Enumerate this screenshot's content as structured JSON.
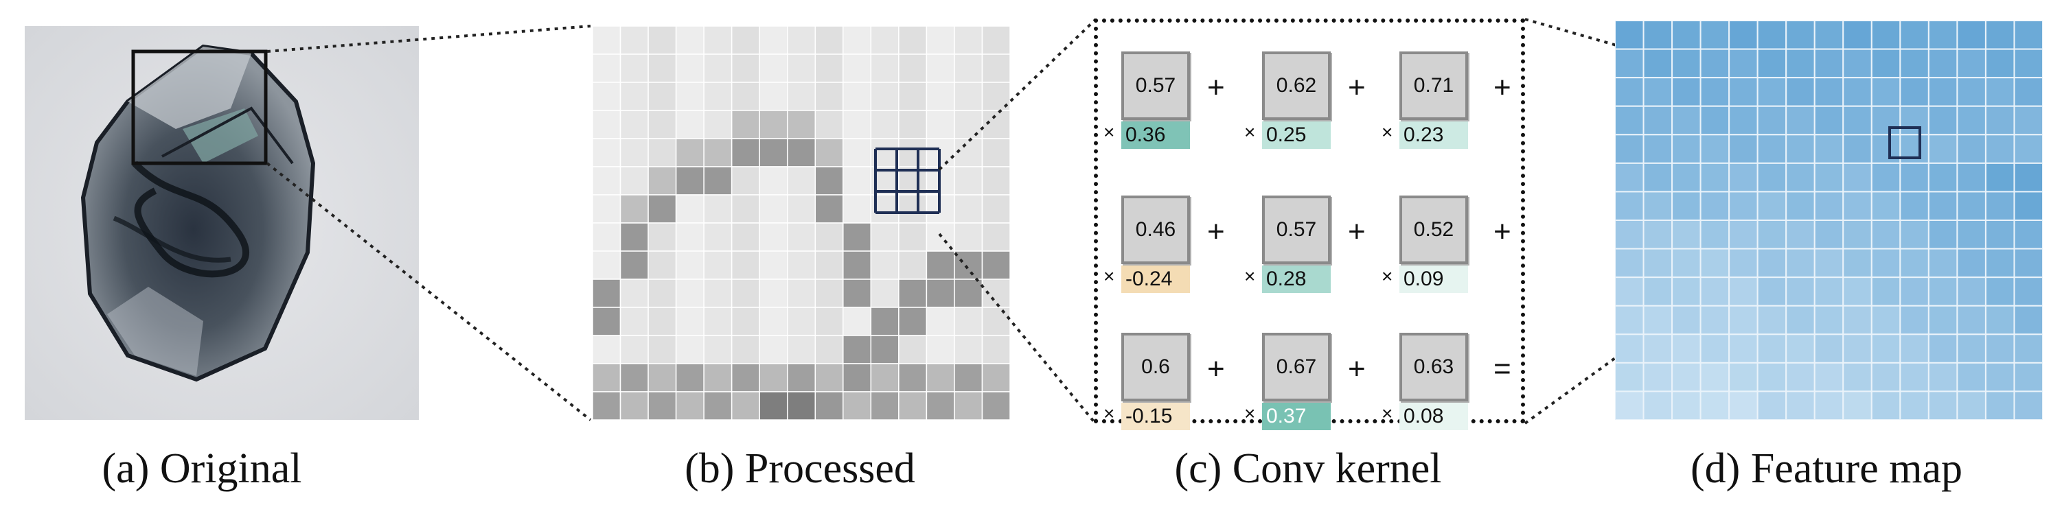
{
  "captions": {
    "original": "(a) Original",
    "processed": "(b) Processed",
    "conv_kernel": "(c) Conv kernel",
    "feature_map": "(d) Feature map"
  },
  "kernel": {
    "rows": [
      {
        "cells": [
          {
            "pixel": "0.57",
            "weight": "0.36",
            "weight_color": "#7fc3b6"
          },
          {
            "pixel": "0.62",
            "weight": "0.25",
            "weight_color": "#bfe4db"
          },
          {
            "pixel": "0.71",
            "weight": "0.23",
            "weight_color": "#cdeae3"
          }
        ],
        "end_operator": "+"
      },
      {
        "cells": [
          {
            "pixel": "0.46",
            "weight": "-0.24",
            "weight_color": "#f4dcb4"
          },
          {
            "pixel": "0.57",
            "weight": "0.28",
            "weight_color": "#a9d9cf"
          },
          {
            "pixel": "0.52",
            "weight": "0.09",
            "weight_color": "#e6f4f0"
          }
        ],
        "end_operator": "+"
      },
      {
        "cells": [
          {
            "pixel": "0.6",
            "weight": "-0.15",
            "weight_color": "#f6e5c8"
          },
          {
            "pixel": "0.67",
            "weight": "0.37",
            "weight_color": "#79c2b3"
          },
          {
            "pixel": "0.63",
            "weight": "0.08",
            "weight_color": "#e8f5f1"
          }
        ],
        "end_operator": "="
      }
    ],
    "between_operator": "+",
    "multiply_symbol": "×"
  },
  "colors": {
    "feature_map_base": "#8fbfe3",
    "feature_map_dark": "#5a9fd2",
    "feature_map_light": "#c9e1f2",
    "processed_dark": "#6e6e6e",
    "processed_light": "#f2f2f2",
    "highlight_box": "#1f2f55"
  }
}
